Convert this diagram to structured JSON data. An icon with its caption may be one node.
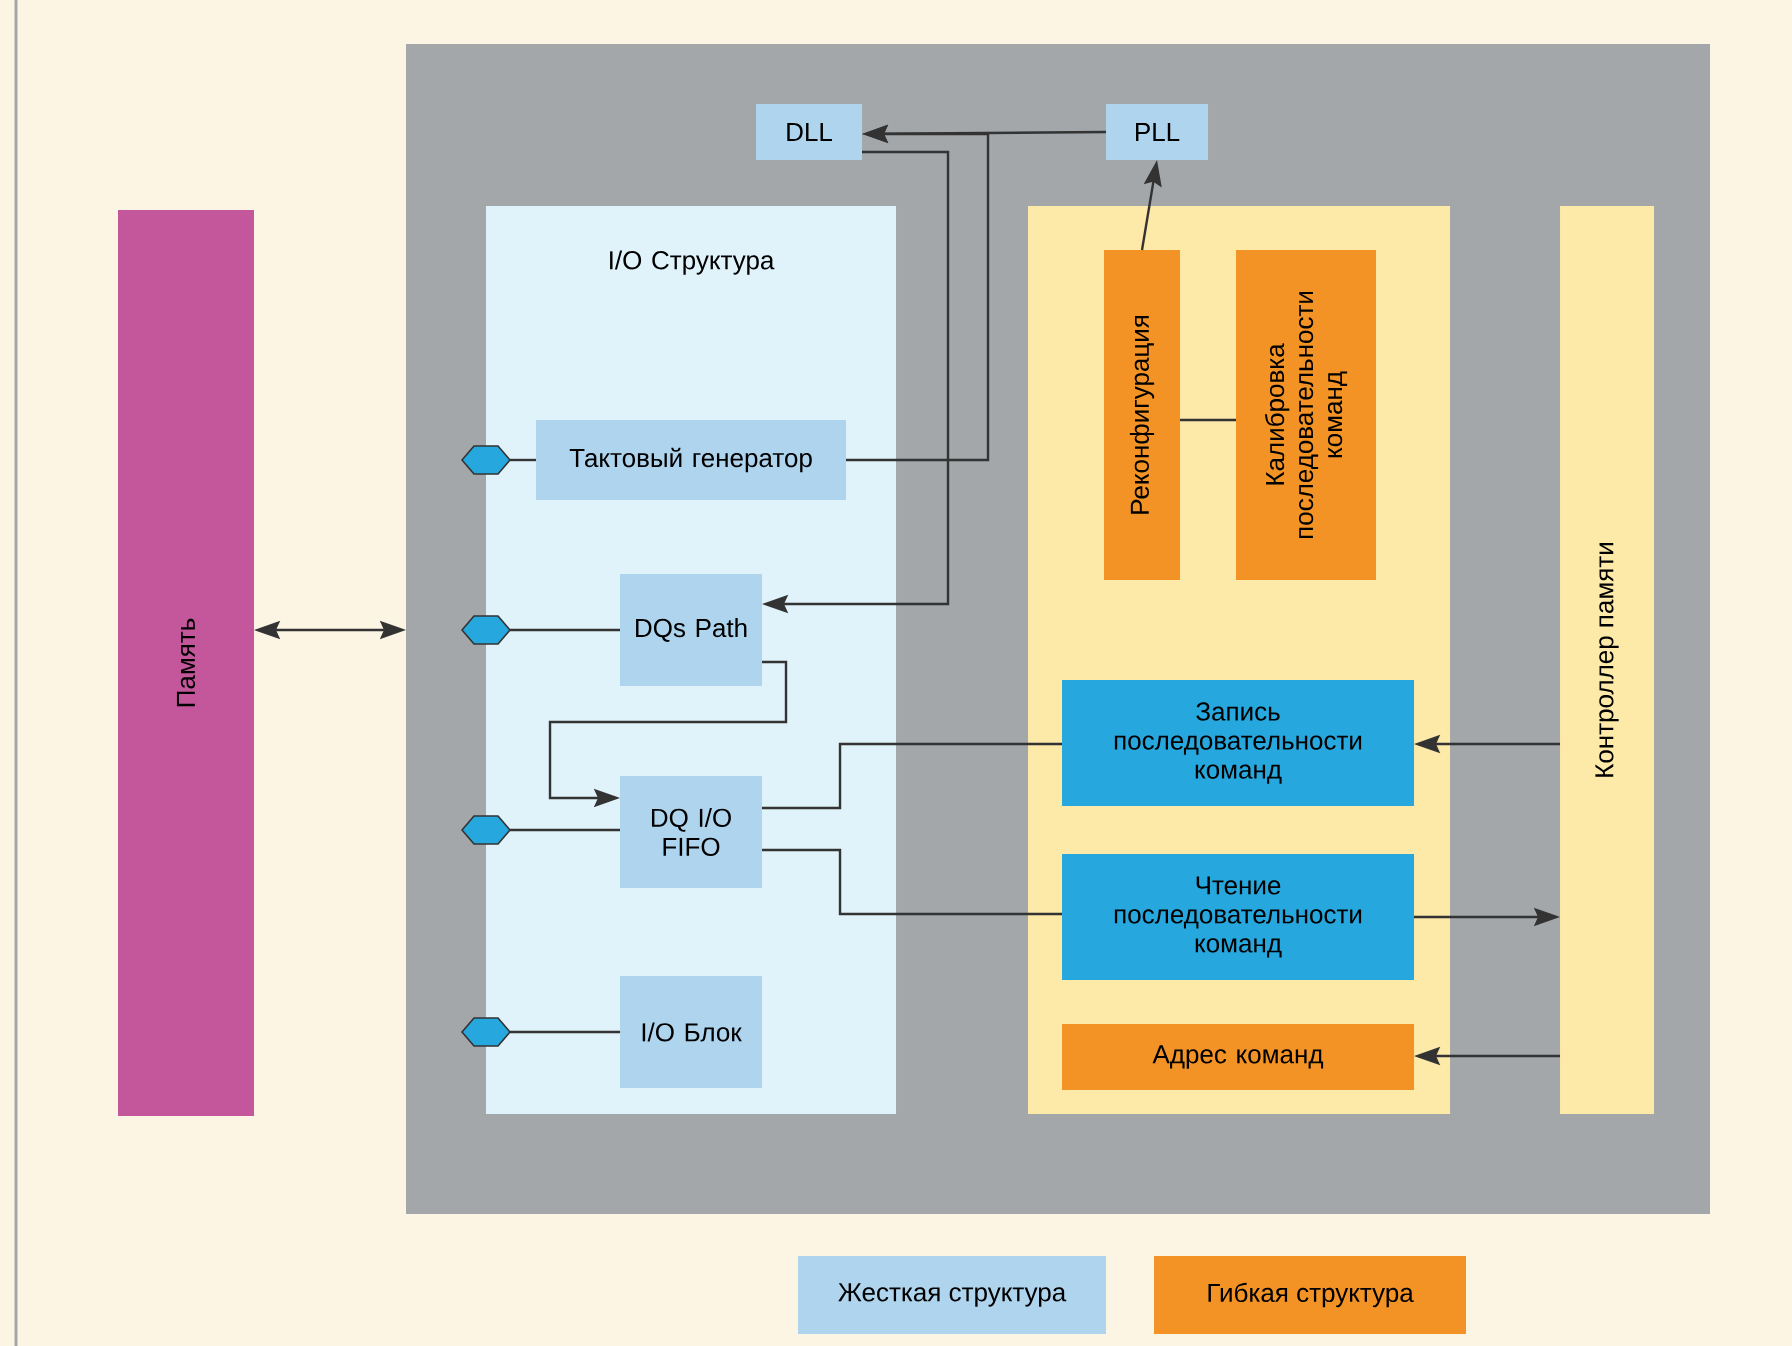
{
  "diagram": {
    "nodes": [
      {
        "text": [
          "Память"
        ]
      },
      {
        "text": [],
        "shape": "box"
      },
      {
        "text": [
          "I/O Структура"
        ],
        "in": 1
      },
      {
        "text": [
          "DLL"
        ],
        "in": 1
      },
      {
        "text": [
          "PLL"
        ],
        "in": 1
      },
      {
        "text": [
          "Тактовый генератор"
        ],
        "in": 2
      },
      {
        "text": [
          "DQs Path"
        ],
        "in": 2
      },
      {
        "text": [
          "DQ I/O FIFO"
        ],
        "in": 2
      },
      {
        "text": [
          "I/O Блок"
        ],
        "in": 2
      },
      {
        "text": [],
        "shape": "hexagon",
        "in": 1
      },
      {
        "text": [],
        "shape": "hexagon",
        "in": 1
      },
      {
        "text": [],
        "shape": "hexagon",
        "in": 1
      },
      {
        "text": [],
        "shape": "hexagon",
        "in": 1
      },
      {
        "text": [],
        "shape": "box",
        "in": 1
      },
      {
        "text": [
          "Реконфигурация"
        ],
        "in": 13
      },
      {
        "text": [
          "Калибровка последовательности команд"
        ],
        "in": 13
      },
      {
        "text": [
          "Запись последовательности команд"
        ],
        "in": 13
      },
      {
        "text": [
          "Чтение последовательности команд"
        ],
        "in": 13
      },
      {
        "text": [
          "Адрес команд"
        ],
        "in": 13
      },
      {
        "text": [
          "Контроллер памяти"
        ],
        "in": 1
      }
    ],
    "edges": [
      {
        "from": 0,
        "to": 1,
        "arrow": "both"
      },
      {
        "from": 4,
        "to": 3,
        "arrow": "to"
      },
      {
        "from": 5,
        "to": 3,
        "arrow": "to"
      },
      {
        "from": 3,
        "to": 6,
        "arrow": "to"
      },
      {
        "from": 14,
        "to": 4,
        "arrow": "to"
      },
      {
        "from": 14,
        "to": 15,
        "arrow": "none"
      },
      {
        "from": 6,
        "to": 7,
        "arrow": "to"
      },
      {
        "from": 7,
        "to": 16,
        "arrow": "none"
      },
      {
        "from": 7,
        "to": 17,
        "arrow": "none"
      },
      {
        "from": 19,
        "to": 16,
        "arrow": "to"
      },
      {
        "from": 17,
        "to": 19,
        "arrow": "to"
      },
      {
        "from": 19,
        "to": 18,
        "arrow": "to"
      },
      {
        "from": 9,
        "to": 5,
        "arrow": "none"
      },
      {
        "from": 10,
        "to": 6,
        "arrow": "none"
      },
      {
        "from": 11,
        "to": 7,
        "arrow": "none"
      },
      {
        "from": 12,
        "to": 8,
        "arrow": "none"
      }
    ],
    "legend": [
      {
        "text": "Жесткая структура",
        "color": "#aed4ee"
      },
      {
        "text": "Гибкая структура",
        "color": "#f39325"
      }
    ]
  }
}
